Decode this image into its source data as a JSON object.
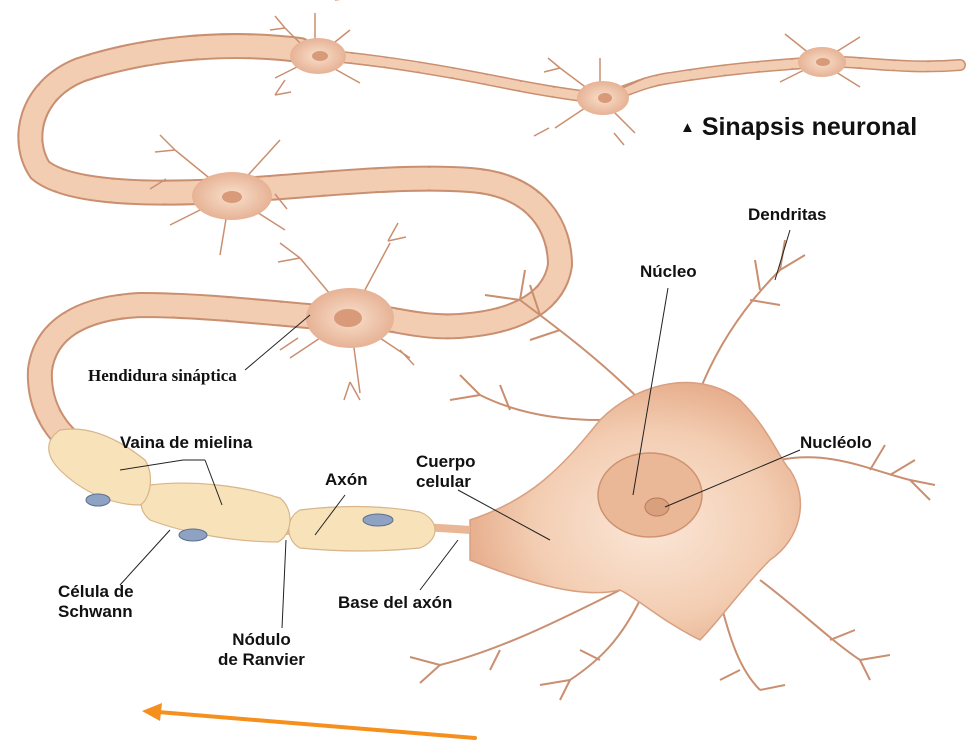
{
  "diagram": {
    "title_marker": "▲",
    "title": "Sinapsis neuronal",
    "labels": {
      "dendritas": "Dendritas",
      "nucleo": "Núcleo",
      "nucleolo": "Nucléolo",
      "hendidura": "Hendidura sináptica",
      "vaina": "Vaina de mielina",
      "axon": "Axón",
      "cuerpo": "Cuerpo\ncelular",
      "celula_schwann": "Célula de\nSchwann",
      "base_axon": "Base del axón",
      "nodulo": "Nódulo\nde Ranvier"
    },
    "colors": {
      "cell": "#f3cdb2",
      "cell_shade": "#e7ad8c",
      "cell_outline": "#c98f70",
      "myelin": "#f7e2b9",
      "schwann_nucleus": "#8ea3c4",
      "arrow": "#f5901e",
      "text": "#111111"
    }
  }
}
